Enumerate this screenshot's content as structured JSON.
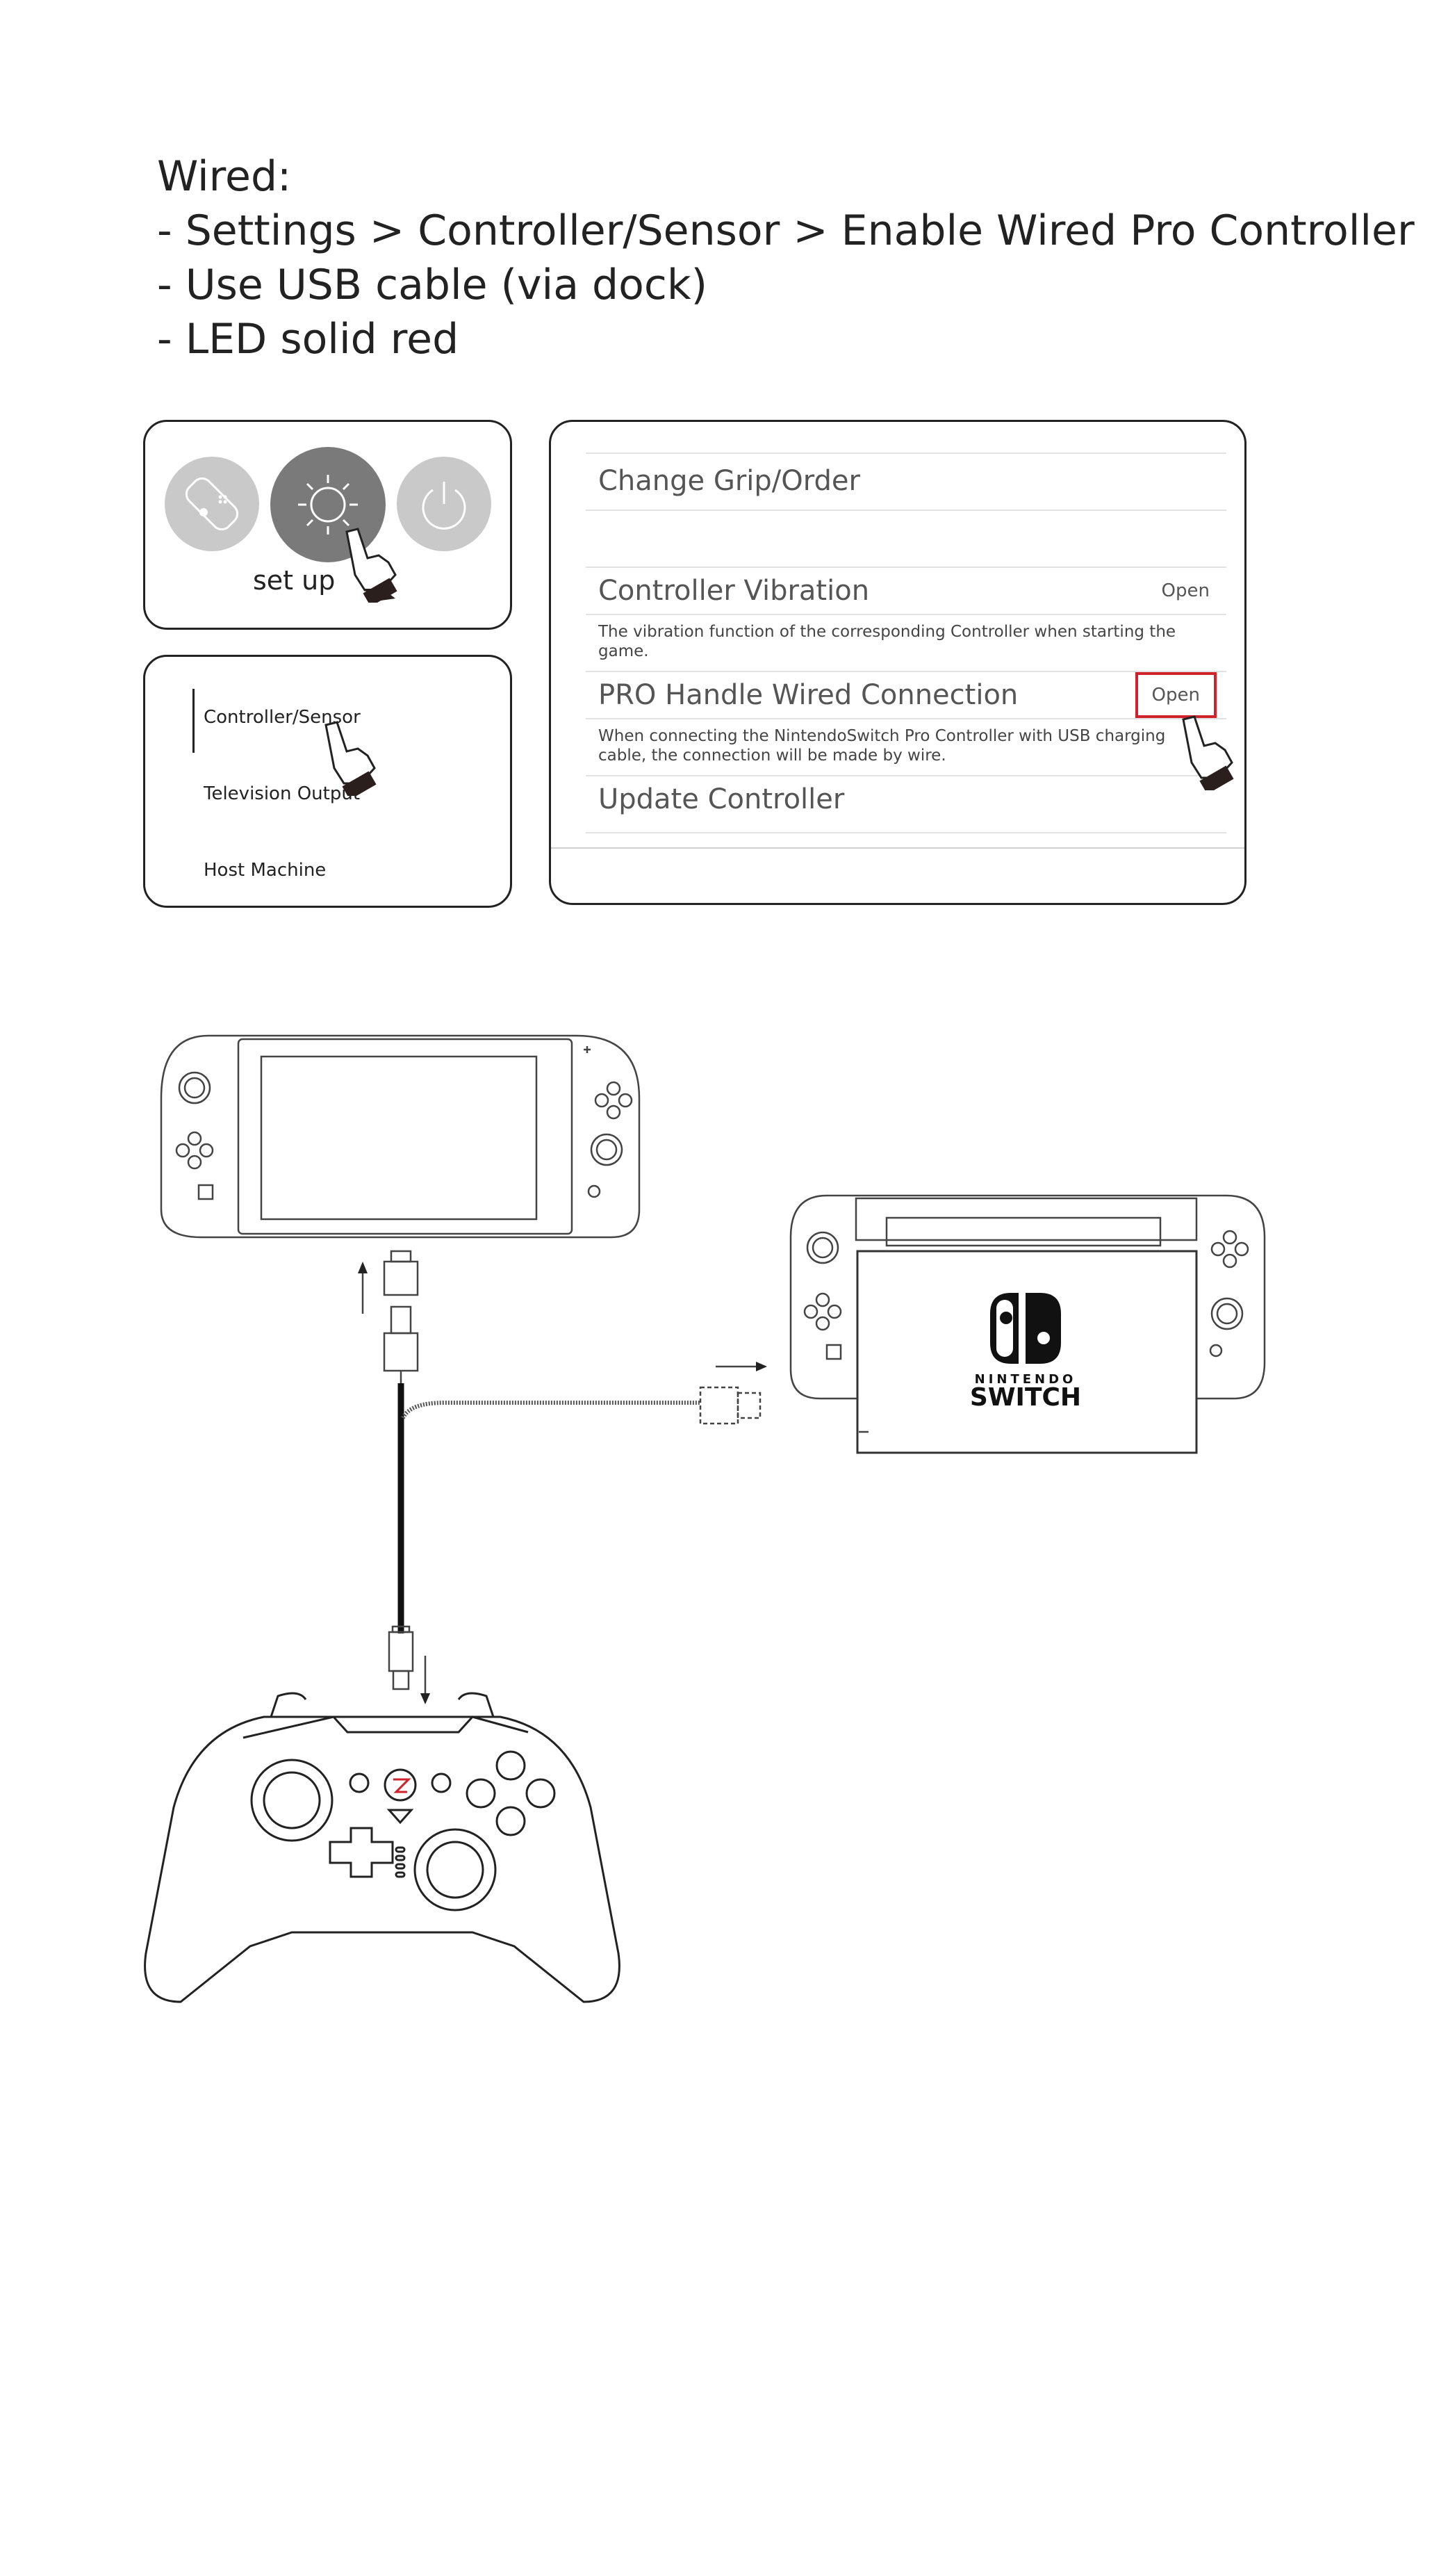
{
  "instructions": {
    "title": "Wired:",
    "steps": [
      "- Settings > Controller/Sensor > Enable Wired Pro Controller",
      "- Use USB cable (via dock)",
      "- LED solid red"
    ]
  },
  "home_panel": {
    "setup_label": "set up",
    "icons": [
      "controllers-icon",
      "settings-gear-icon",
      "power-icon"
    ]
  },
  "menu_panel": {
    "items": [
      "Controller/Sensor",
      "Television Output",
      "Host Machine"
    ]
  },
  "settings_panel": {
    "items": [
      {
        "title": "Change Grip/Order",
        "value": "",
        "description": ""
      },
      {
        "title": "Controller Vibration",
        "value": "Open",
        "description": "The vibration function of the corresponding Controller when starting the game."
      },
      {
        "title": "PRO Handle Wired Connection",
        "value": "Open",
        "description": "When connecting the NintendoSwitch Pro Controller with USB charging cable, the connection will be made by wire."
      },
      {
        "title": "Update Controller",
        "value": "",
        "description": ""
      }
    ],
    "highlight_color": "#d0222b"
  },
  "dock": {
    "logo_line1": "NINTENDO",
    "logo_line2": "SWITCH"
  },
  "colors": {
    "accent_red": "#d0222b",
    "line": "#222222"
  }
}
